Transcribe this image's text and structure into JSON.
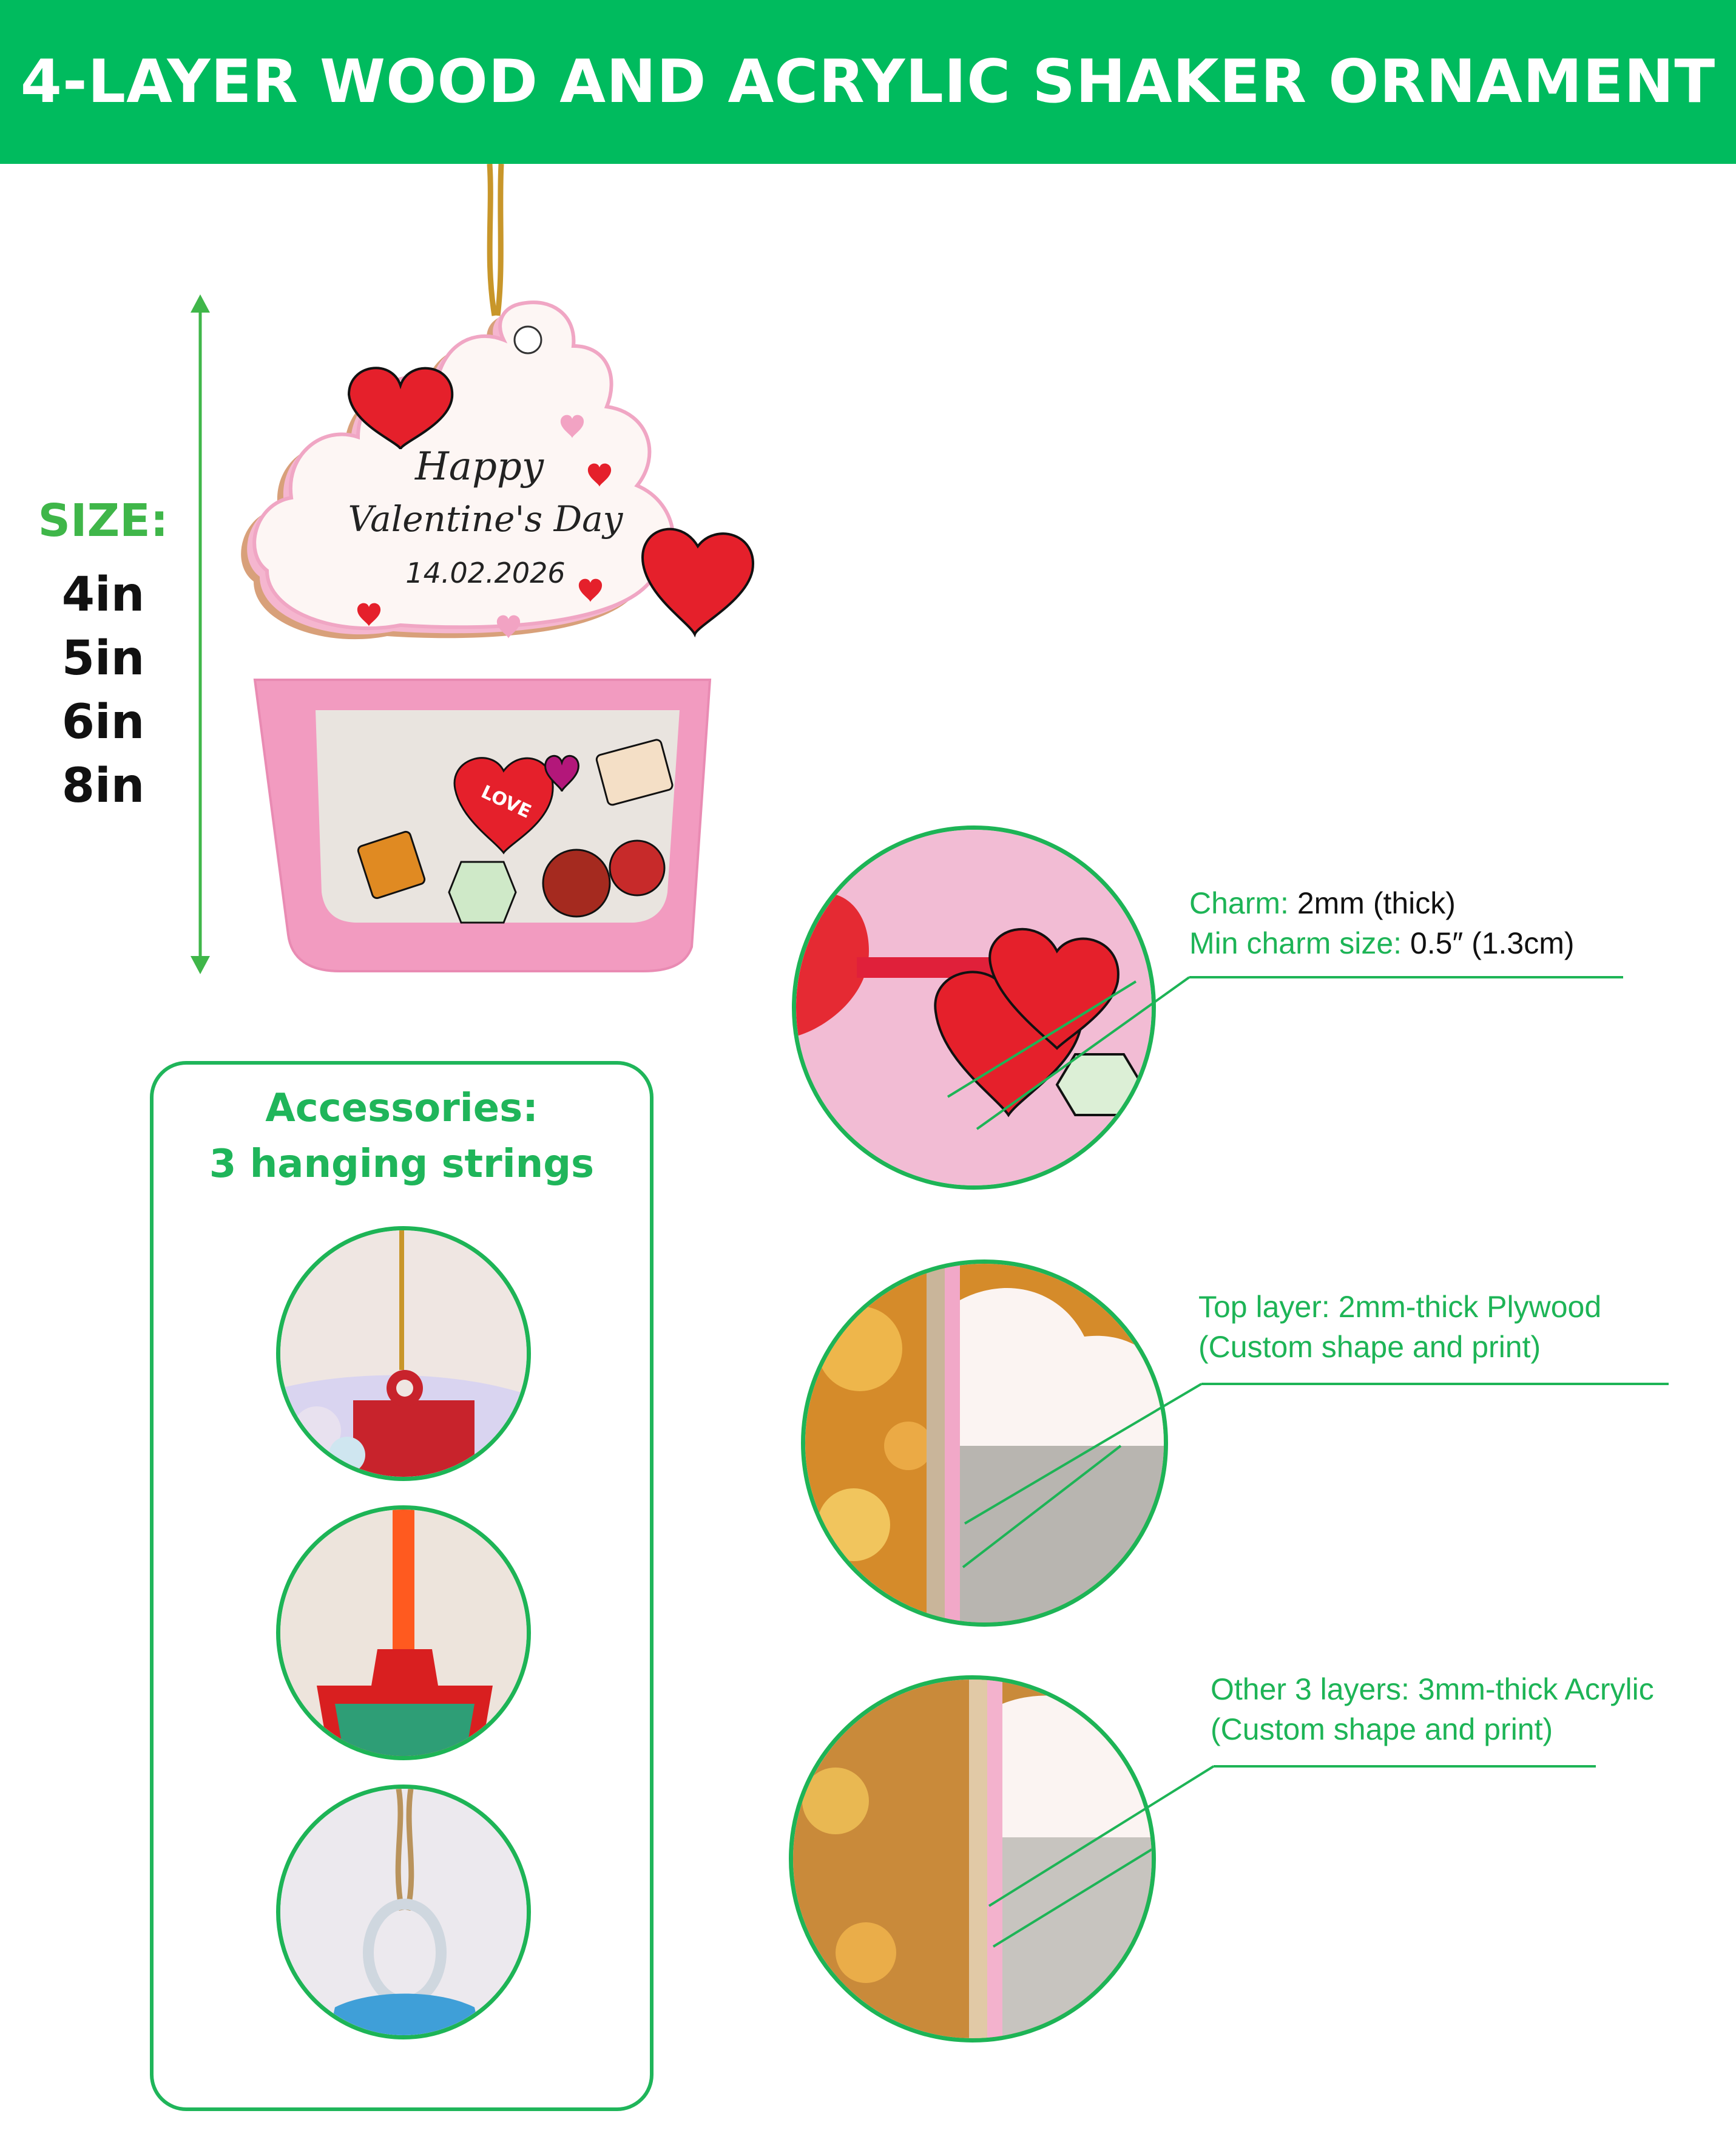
{
  "title": "4-LAYER WOOD AND ACRYLIC SHAKER ORNAMENT",
  "size": {
    "heading": "SIZE:",
    "options": [
      "4in",
      "5in",
      "6in",
      "8in"
    ]
  },
  "ornament": {
    "greeting_line1": "Happy",
    "greeting_line2": "Valentine's Day",
    "date": "14.02.2026",
    "charm_text": "LOVE"
  },
  "accessories": {
    "heading_line1": "Accessories:",
    "heading_line2": "3 hanging strings"
  },
  "callouts": {
    "charm": {
      "label1": "Charm:",
      "value1": "2mm (thick)",
      "label2": "Min charm size:",
      "value2": "0.5″ (1.3cm)"
    },
    "top_layer": {
      "line1_label": "Top layer:",
      "line1_value": "2mm-thick Plywood",
      "line2": "(Custom shape and print)"
    },
    "other_layers": {
      "line1_label": "Other 3 layers:",
      "line1_value": "3mm-thick Acrylic",
      "line2": "(Custom shape and print)"
    }
  },
  "colors": {
    "brand_green": "#00bb5e",
    "size_green": "#3fb649",
    "pink": "#f29bc0",
    "heart_red": "#e5202b"
  }
}
